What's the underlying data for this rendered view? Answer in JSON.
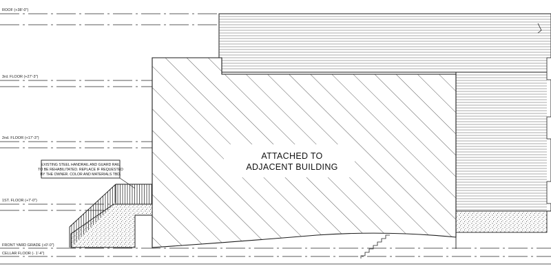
{
  "levels": {
    "roof": "ROOF (+38'-0\")",
    "third": "3rd. FLOOR (+27'-3\")",
    "second": "2nd. FLOOR (+17'-3\")",
    "first": "1ST. FLOOR (+7'-0\")",
    "grade": "FRONT YARD GRADE (+0'-0\")",
    "cellar": "CELLAR FLOOR (- 1'-4\")"
  },
  "attached_label": {
    "line1": "ATTACHED TO",
    "line2": "ADJACENT BUILDING"
  },
  "handrail_note": {
    "line1": "EXISTING STEEL HANDRAIL AND GUARD RAIL",
    "line2": "TO BE REHABILITATED. REPLACE IF REQUESTED",
    "line3": "BY THE OWNER. COLOR AND MATERIALS TBD."
  },
  "colors": {
    "line": "#1a1a1a",
    "hatch": "#333333",
    "siding": "#555555"
  }
}
